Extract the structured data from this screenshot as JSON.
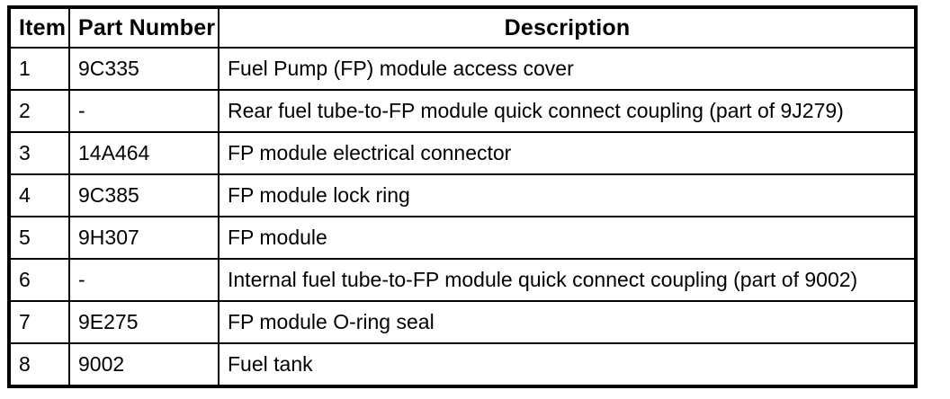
{
  "page": {
    "background_color": "#ffffff",
    "border_color": "#000000",
    "text_color": "#000000"
  },
  "table": {
    "columns": [
      {
        "key": "item",
        "label": "Item"
      },
      {
        "key": "part_number",
        "label": "Part Number"
      },
      {
        "key": "description",
        "label": "Description"
      }
    ],
    "rows": [
      {
        "item": "1",
        "part_number": "9C335",
        "description": "Fuel Pump (FP) module access cover"
      },
      {
        "item": "2",
        "part_number": "-",
        "description": "Rear fuel tube-to-FP module quick connect coupling (part of 9J279)"
      },
      {
        "item": "3",
        "part_number": "14A464",
        "description": "FP module electrical connector"
      },
      {
        "item": "4",
        "part_number": "9C385",
        "description": "FP module lock ring"
      },
      {
        "item": "5",
        "part_number": "9H307",
        "description": "FP module"
      },
      {
        "item": "6",
        "part_number": "-",
        "description": "Internal fuel tube-to-FP module quick connect coupling (part of 9002)"
      },
      {
        "item": "7",
        "part_number": "9E275",
        "description": "FP module O-ring seal"
      },
      {
        "item": "8",
        "part_number": "9002",
        "description": "Fuel tank"
      }
    ]
  }
}
